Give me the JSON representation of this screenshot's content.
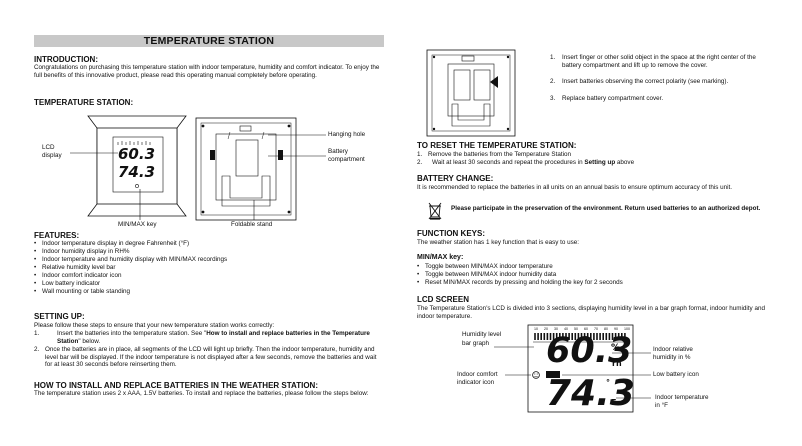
{
  "title": "TEMPERATURE STATION",
  "intro": {
    "heading": "INTRODUCTION:",
    "text": "Congratulations on purchasing this temperature station with indoor temperature, humidity and comfort indicator. To enjoy the full benefits of this innovative product, please read this operating manual completely before operating."
  },
  "station": {
    "heading": "TEMPERATURE STATION:",
    "labels": {
      "lcd": "LCD",
      "display": "display",
      "hanging_hole": "Hanging hole",
      "battery": "Battery",
      "compartment": "compartment",
      "minmax_key": "MIN/MAX key",
      "foldable_stand": "Foldable stand"
    },
    "lcd_hum": "60.3",
    "lcd_temp": "74.3"
  },
  "features": {
    "heading": "FEATURES:",
    "items": [
      "Indoor temperature display in degree Fahrenheit (°F)",
      "Indoor humidity display in RH%",
      "Indoor temperature and humidity display with MIN/MAX recordings",
      "Relative humidity level bar",
      "Indoor comfort indicator icon",
      "Low battery indicator",
      "Wall mounting or table standing"
    ]
  },
  "setup": {
    "heading": "SETTING UP:",
    "intro": "Please follow these steps to ensure that your new temperature station works correctly:",
    "step1_num": "1.",
    "step1_a": "Insert the batteries into the temperature station. See \"",
    "step1_bold": "How to install and replace batteries in the Temperature Station",
    "step1_b": "\" below.",
    "step2_num": "2.",
    "step2": "Once the batteries are in place, all segments of the LCD will light up briefly. Then the indoor temperature, humidity and level bar will be displayed. If the indoor temperature is not displayed after a few seconds, remove the batteries and wait for at least 30 seconds before reinserting them."
  },
  "install": {
    "heading": "HOW TO INSTALL AND REPLACE BATTERIES IN THE WEATHER STATION:",
    "text": "The temperature station uses 2 x AAA, 1.5V batteries. To install and replace the batteries, please follow the steps below:"
  },
  "battery_steps": [
    "Insert finger or other solid object in the space at the right center of the battery compartment and lift up to remove the cover.",
    "Insert batteries observing the correct polarity (see marking).",
    "Replace battery compartment cover."
  ],
  "reset": {
    "heading": "TO RESET THE TEMPERATURE STATION:",
    "step1": "Remove the batteries from the Temperature Station",
    "step2_a": "Wait at least 30 seconds and repeat the procedures in ",
    "step2_bold": "Setting up",
    "step2_b": " above"
  },
  "battery_change": {
    "heading": "BATTERY CHANGE:",
    "text": "It is recommended to replace the batteries in all units on an annual basis to ensure optimum accuracy of this unit.",
    "notice": "Please participate in the preservation of the environment. Return used batteries to an authorized depot."
  },
  "function_keys": {
    "heading": "FUNCTION KEYS:",
    "text": "The weather station has 1 key function that is easy to use:",
    "minmax_heading": "MIN/MAX key:",
    "items": [
      "Toggle between MIN/MAX indoor temperature",
      "Toggle between MIN/MAX indoor humidity data",
      "Reset MIN/MAX records by pressing and holding the key for 2 seconds"
    ]
  },
  "lcd_screen": {
    "heading": "LCD SCREEN",
    "text": "The Temperature Station's LCD is divided into 3 sections, displaying humidity level in a bar graph format, indoor humidity and indoor temperature.",
    "labels": {
      "humidity_bar_1": "Humidity level",
      "humidity_bar_2": "bar graph",
      "indoor_rel_1": "Indoor relative",
      "indoor_rel_2": "humidity in %",
      "comfort_1": "Indoor comfort",
      "comfort_2": "indicator icon",
      "low_battery": "Low battery icon",
      "indoor_temp_1": "Indoor temperature",
      "indoor_temp_2": "in °F"
    },
    "scale": [
      "10",
      "20",
      "30",
      "40",
      "50",
      "60",
      "70",
      "80",
      "90",
      "100"
    ],
    "hum_value": "60.3",
    "hum_unit": "%",
    "rh": "rh",
    "temp_value": "74.3",
    "temp_unit": "F"
  }
}
